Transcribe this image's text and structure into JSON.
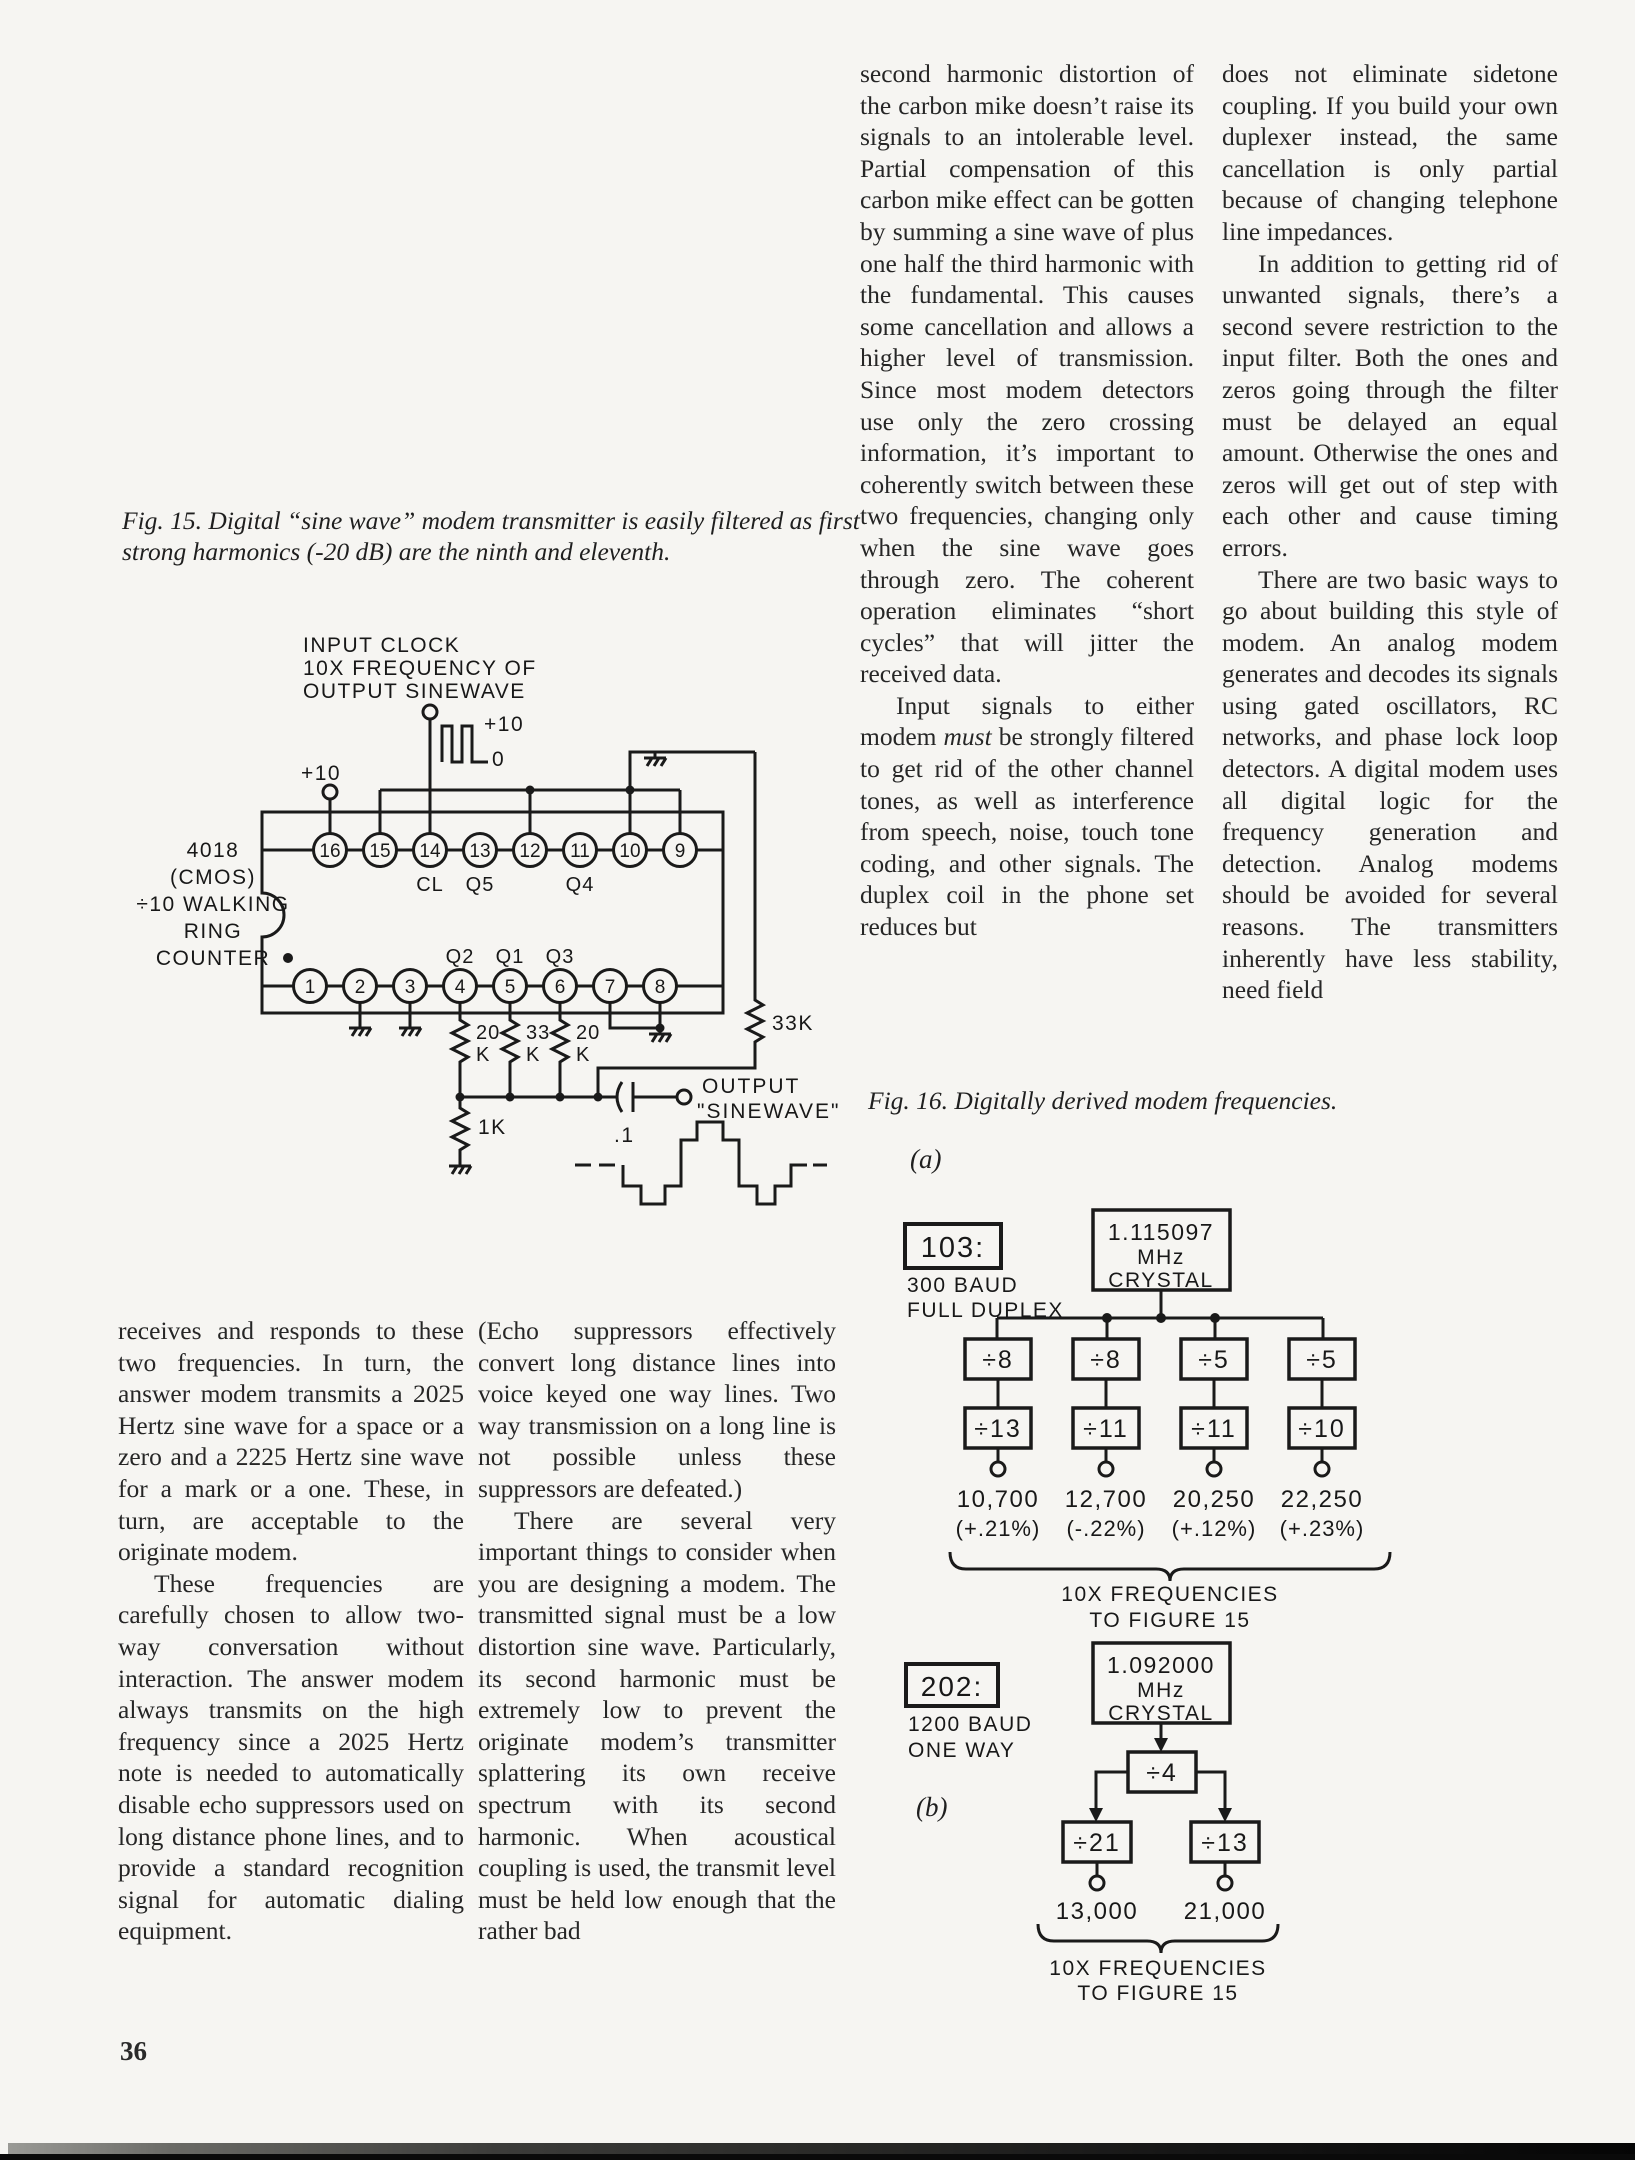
{
  "page": {
    "number": "36",
    "background": "#f6f5f2",
    "ink": "#1a1a1a"
  },
  "captions": {
    "fig15": "Fig. 15. Digital “sine wave” modem transmitter is easily filtered as first strong harmonics (-20 dB) are the ninth and eleventh.",
    "fig16": "Fig. 16. Digitally derived modem frequencies.",
    "fig16a_label": "(a)",
    "fig16b_label": "(b)"
  },
  "columns": {
    "top_middle": [
      {
        "indent": false,
        "runs": [
          {
            "t": "second harmonic distortion of the carbon mike doesn’t raise its signals to an intolerable level. Partial compensation of this carbon mike effect can be gotten by summing a sine wave of plus one half the third harmonic with the fundamental. This causes some cancellation and allows a higher level of transmission. Since most modem detectors use only the zero crossing information, it’s important to coherently switch between these two frequencies, changing only when the sine wave goes through zero. The coherent operation eliminates “short cycles” that will jitter the received data."
          }
        ]
      },
      {
        "indent": true,
        "runs": [
          {
            "t": "Input signals to either modem "
          },
          {
            "t": "must",
            "i": true
          },
          {
            "t": " be strongly filtered to get rid of the other channel tones, as well as interference from speech, noise, touch tone coding, and other signals. The duplex coil in the phone set reduces but"
          }
        ]
      }
    ],
    "top_right": [
      {
        "indent": false,
        "runs": [
          {
            "t": "does not eliminate sidetone coupling. If you build your own duplexer instead, the same cancellation is only partial because of changing telephone line impedances."
          }
        ]
      },
      {
        "indent": true,
        "runs": [
          {
            "t": "In addition to getting rid of unwanted signals, there’s a second severe restriction to the input filter. Both the ones and zeros going through the filter must be delayed an equal amount. Otherwise the ones and zeros will get out of step with each other and cause timing errors."
          }
        ]
      },
      {
        "indent": true,
        "runs": [
          {
            "t": "There are two basic ways to go about building this style of modem. An analog modem generates and decodes its signals using gated oscillators, RC networks, and phase lock loop detectors. A digital modem uses all digital logic for the frequency generation and detection. Analog modems should be avoided for several reasons. The transmitters inherently have less stability, need field"
          }
        ]
      }
    ],
    "bottom_left": [
      {
        "indent": false,
        "runs": [
          {
            "t": "receives and responds to these two frequencies. In turn, the answer modem transmits a 2025 Hertz sine wave for a space or a zero and a 2225 Hertz sine wave for a mark or a one. These, in turn, are acceptable to the originate modem."
          }
        ]
      },
      {
        "indent": true,
        "runs": [
          {
            "t": "These frequencies are carefully chosen to allow two-way conversation without interaction. The answer modem always transmits on the high frequency since a 2025 Hertz note is needed to automatically disable echo suppressors used on long distance phone lines, and to provide a standard recognition signal for automatic dialing equipment."
          }
        ]
      }
    ],
    "bottom_middle": [
      {
        "indent": false,
        "runs": [
          {
            "t": "(Echo suppressors effectively convert long distance lines into voice keyed one way lines. Two way transmission on a long line is not possible unless these suppressors are defeated.)"
          }
        ]
      },
      {
        "indent": true,
        "runs": [
          {
            "t": "There are several very important things to consider when you are designing a modem. The transmitted signal must be a low distortion sine wave. Particularly, its second harmonic must be extremely low to prevent the originate modem’s transmitter splattering its own receive spectrum with its second harmonic. When acoustical coupling is used, the transmit level must be held low enough that the rather bad"
          }
        ]
      }
    ]
  },
  "fig15": {
    "input_label": [
      "INPUT CLOCK",
      "10X FREQUENCY OF",
      "OUTPUT SINEWAVE"
    ],
    "vplus_left": "+10",
    "clock_high": "+10",
    "clock_low": "0",
    "ic_name": [
      "4018",
      "(CMOS)",
      "÷10 WALKING",
      "RING",
      "COUNTER"
    ],
    "top_pins": [
      "16",
      "15",
      "14",
      "13",
      "12",
      "11",
      "10",
      "9"
    ],
    "bottom_pins": [
      "1",
      "2",
      "3",
      "4",
      "5",
      "6",
      "7",
      "8"
    ],
    "top_pin_tags": [
      "CL",
      "Q5",
      "Q4"
    ],
    "bottom_pin_tags": [
      "Q2",
      "Q1",
      "Q3"
    ],
    "resistors": [
      [
        "20",
        "K"
      ],
      [
        "33",
        "K"
      ],
      [
        "20",
        "K"
      ]
    ],
    "r_right": "33K",
    "r_bottom": "1K",
    "cap": ".1",
    "output_line1": "OUTPUT",
    "output_line2": "\"SINEWAVE\""
  },
  "fig16": {
    "a": {
      "type": "103:",
      "mode": [
        "300 BAUD",
        "FULL DUPLEX"
      ],
      "crystal": [
        "1.115097",
        "MHz",
        "CRYSTAL"
      ],
      "chains": [
        {
          "d1": "÷8",
          "d2": "÷13",
          "f": "10,700",
          "e": "(+.21%)"
        },
        {
          "d1": "÷8",
          "d2": "÷11",
          "f": "12,700",
          "e": "(-.22%)"
        },
        {
          "d1": "÷5",
          "d2": "÷11",
          "f": "20,250",
          "e": "(+.12%)"
        },
        {
          "d1": "÷5",
          "d2": "÷10",
          "f": "22,250",
          "e": "(+.23%)"
        }
      ],
      "note": [
        "10X FREQUENCIES",
        "TO FIGURE 15"
      ]
    },
    "b": {
      "type": "202:",
      "mode": [
        "1200 BAUD",
        "ONE WAY"
      ],
      "crystal": [
        "1.092000",
        "MHz",
        "CRYSTAL"
      ],
      "pre": "÷4",
      "chains": [
        {
          "d": "÷21",
          "f": "13,000"
        },
        {
          "d": "÷13",
          "f": "21,000"
        }
      ],
      "note": [
        "10X FREQUENCIES",
        "TO FIGURE 15"
      ]
    }
  }
}
